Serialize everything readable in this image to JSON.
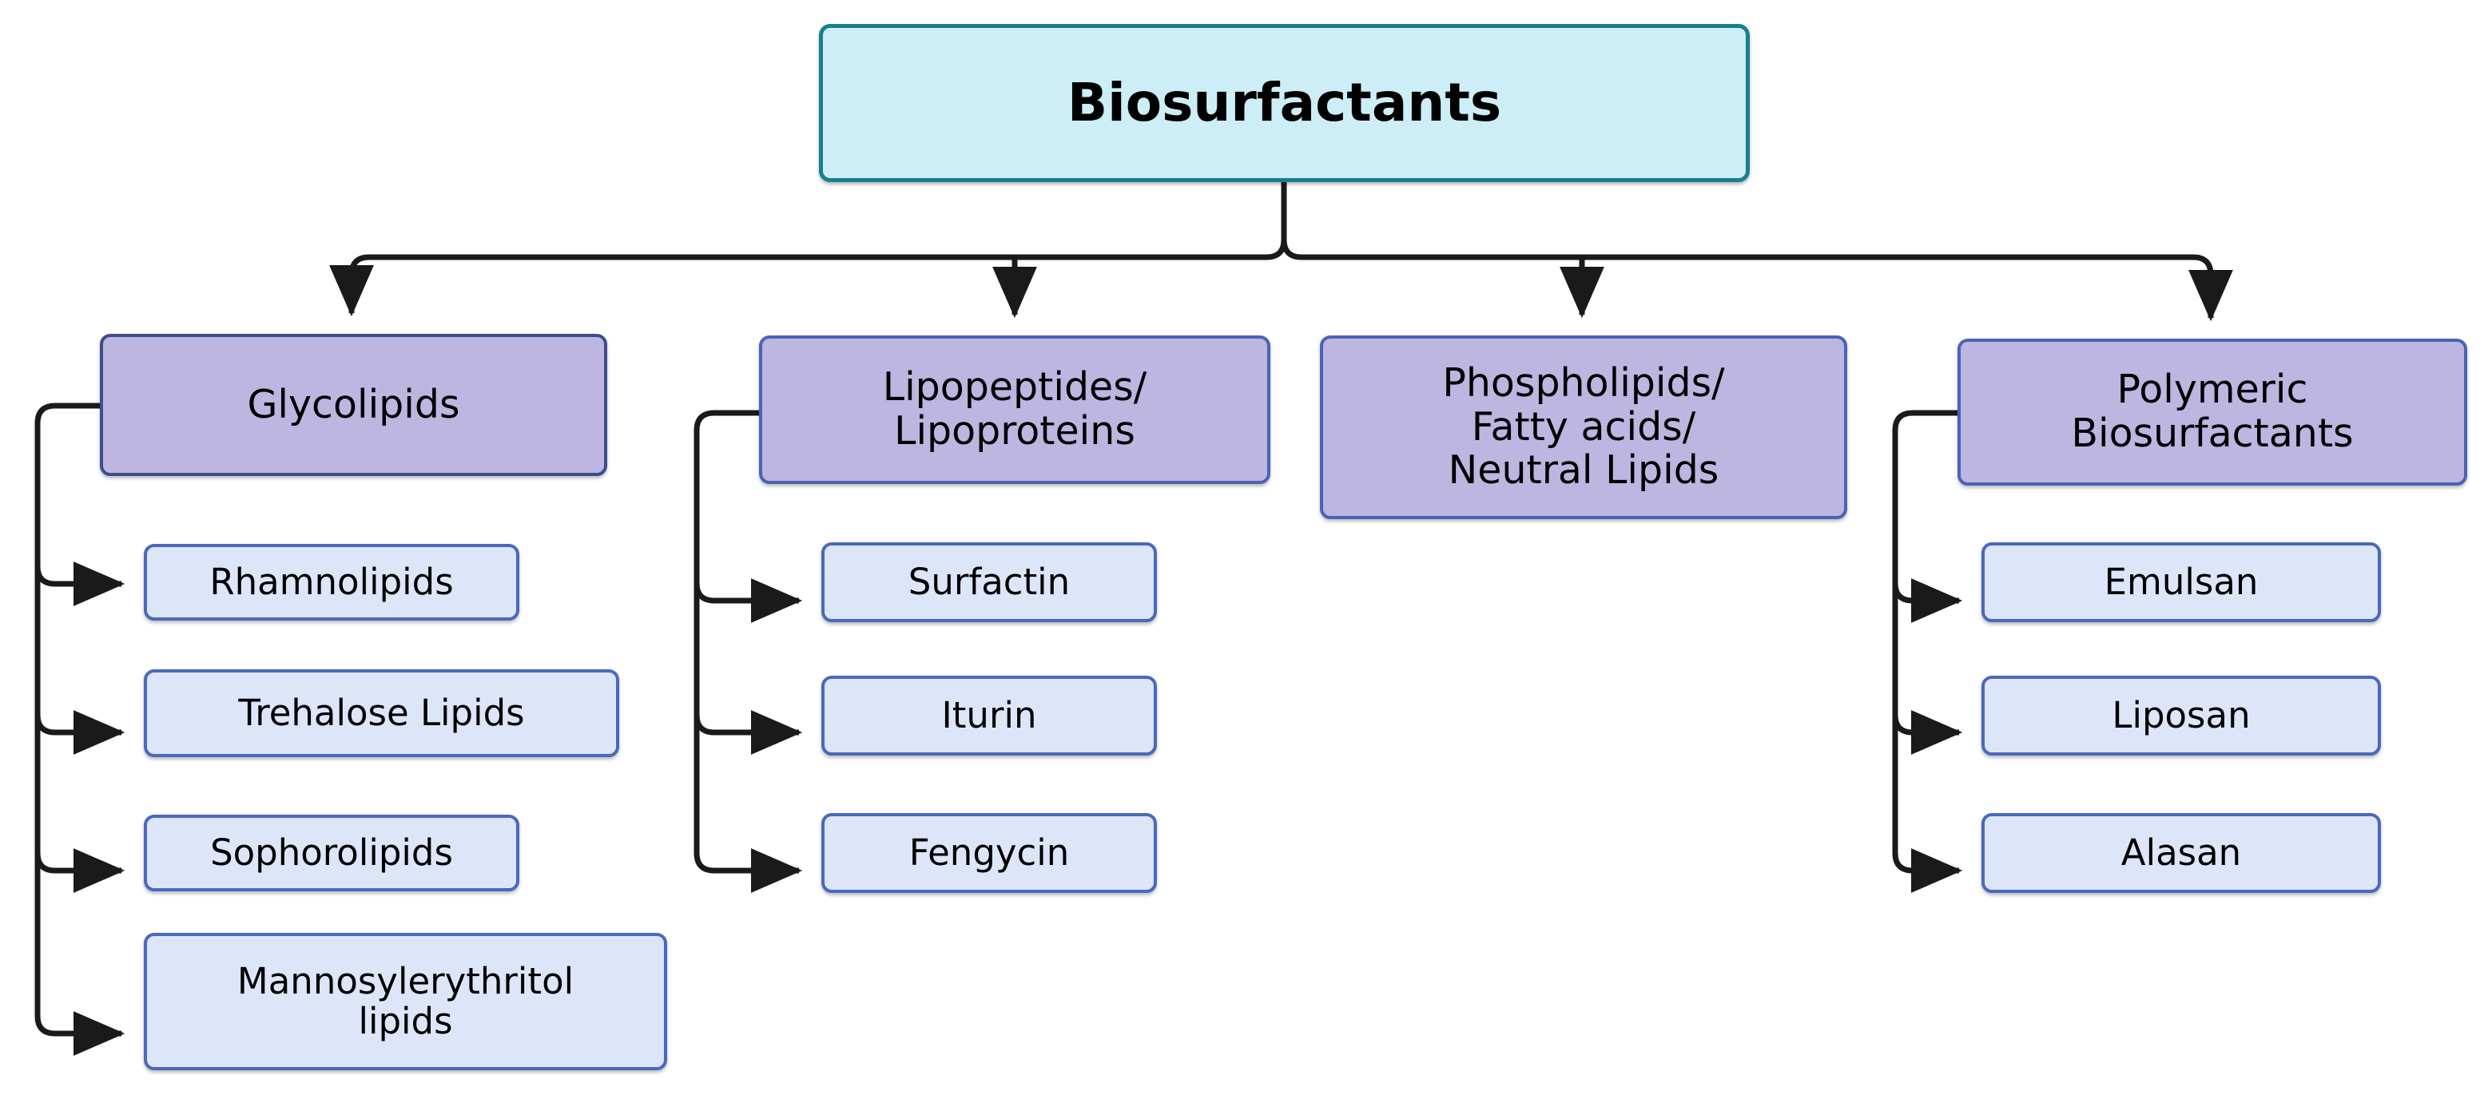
{
  "diagram": {
    "title": "Biosurfactants",
    "type": "hierarchy-tree",
    "orientation": "top-down",
    "colors": {
      "root_fill": "#cdeef7",
      "root_border": "#17808f",
      "category_fill": "#bdb6e0",
      "category_border": "#3d4e8c",
      "leaf_fill": "#dde6f9",
      "leaf_border": "#4a68bd",
      "edge": "#1a1a1a",
      "background": "#ffffff",
      "text": "#000000"
    },
    "root": {
      "label": "Biosurfactants"
    },
    "categories": [
      {
        "id": "glycolipids",
        "label": "Glycolipids",
        "children": [
          {
            "id": "rhamnolipids",
            "label": "Rhamnolipids"
          },
          {
            "id": "trehalose-lipids",
            "label": "Trehalose Lipids"
          },
          {
            "id": "sophorolipids",
            "label": "Sophorolipids"
          },
          {
            "id": "mannosylerythritol-lipids",
            "label": "Mannosylerythritol\nlipids"
          }
        ]
      },
      {
        "id": "lipopeptides-lipoproteins",
        "label": "Lipopeptides/\nLipoproteins",
        "children": [
          {
            "id": "surfactin",
            "label": "Surfactin"
          },
          {
            "id": "iturin",
            "label": "Iturin"
          },
          {
            "id": "fengycin",
            "label": "Fengycin"
          }
        ]
      },
      {
        "id": "phospholipids-fatty-acids-neutral-lipids",
        "label": "Phospholipids/\nFatty acids/\nNeutral Lipids",
        "children": []
      },
      {
        "id": "polymeric-biosurfactants",
        "label": "Polymeric\nBiosurfactants",
        "children": [
          {
            "id": "emulsan",
            "label": "Emulsan"
          },
          {
            "id": "liposan",
            "label": "Liposan"
          },
          {
            "id": "alasan",
            "label": "Alasan"
          }
        ]
      }
    ]
  }
}
